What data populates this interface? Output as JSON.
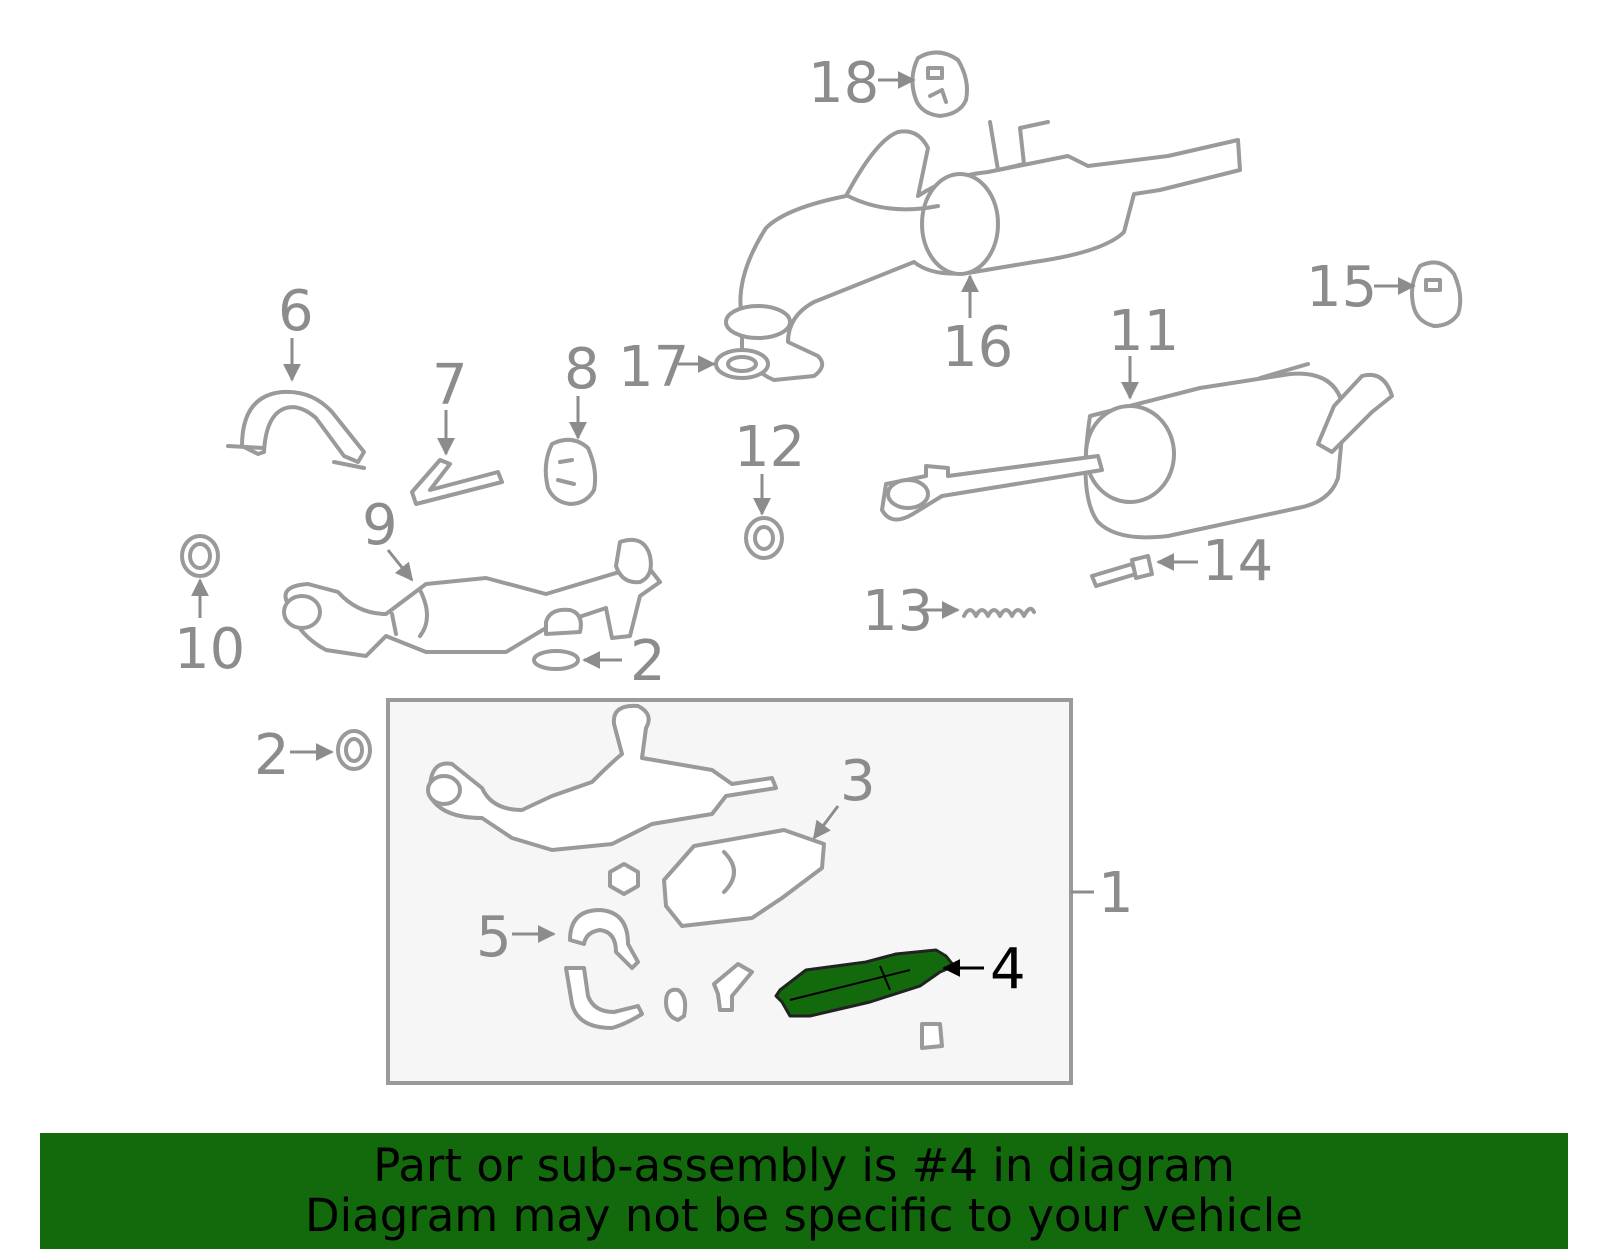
{
  "diagram": {
    "highlighted_part": "4",
    "callouts": [
      "18",
      "16",
      "17",
      "6",
      "7",
      "8",
      "9",
      "10",
      "11",
      "12",
      "13",
      "14",
      "15",
      "2",
      "2",
      "3",
      "1",
      "5",
      "4"
    ]
  },
  "banner": {
    "line1": "Part or sub-assembly is #4 in diagram",
    "line2": "Diagram may not be specific to your vehicle"
  },
  "colors": {
    "highlight": "#136a0c",
    "banner": "#136a0c",
    "parts": "#9a9a9a",
    "callout_text": "#8c8c8c"
  }
}
